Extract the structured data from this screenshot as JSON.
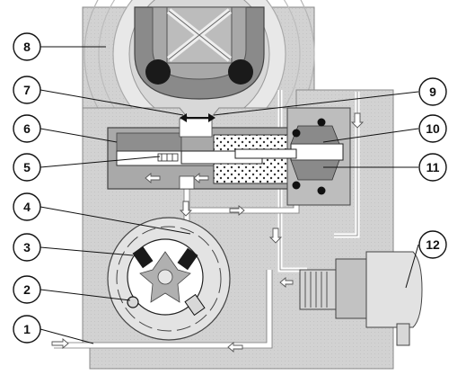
{
  "callouts": {
    "c1": "1",
    "c2": "2",
    "c3": "3",
    "c4": "4",
    "c5": "5",
    "c6": "6",
    "c7": "7",
    "c8": "8",
    "c9": "9",
    "c10": "10",
    "c11": "11",
    "c12": "12"
  },
  "colors": {
    "housing": "#cfcfcf",
    "housing_light": "#e4e4e4",
    "cam_dark": "#7d7d7d",
    "passage": "#ffffff",
    "ink": "#111111"
  },
  "icons": [
    "double-arrow-icon",
    "flow-arrow-icon",
    "seal-ring-icon"
  ]
}
